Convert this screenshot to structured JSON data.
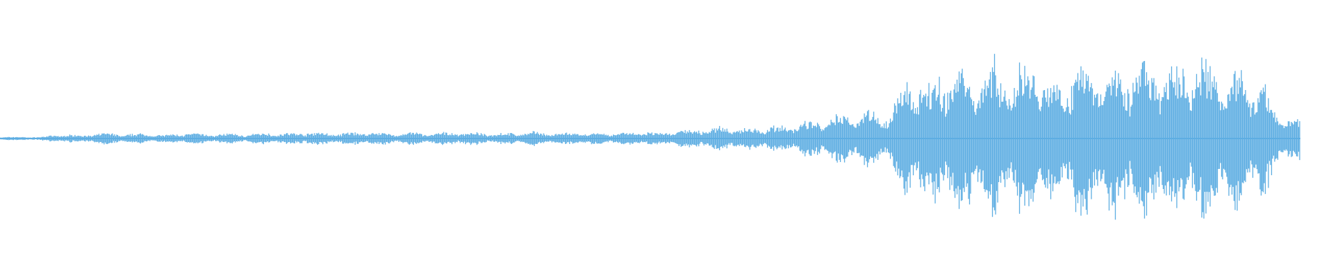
{
  "chart_data": {
    "type": "area",
    "description_kind": "audio-waveform",
    "title": "",
    "xlabel": "",
    "ylabel": "",
    "axes_visible": false,
    "grid": false,
    "legend": "none",
    "ylim": [
      -1,
      1
    ],
    "series": [
      {
        "color": "#5dade2",
        "envelope": [
          0.02,
          0.02,
          0.02,
          0.05,
          0.04,
          0.07,
          0.05,
          0.06,
          0.04,
          0.07,
          0.05,
          0.06,
          0.05,
          0.07,
          0.06,
          0.08,
          0.06,
          0.07,
          0.08,
          0.06,
          0.07,
          0.06,
          0.08,
          0.07,
          0.06,
          0.07,
          0.08,
          0.06,
          0.07,
          0.06,
          0.07,
          0.08,
          0.07,
          0.1,
          0.12,
          0.14,
          0.12,
          0.15,
          0.15,
          0.2,
          0.22,
          0.3,
          0.35,
          0.3,
          0.7,
          0.65,
          0.85,
          0.8,
          0.9,
          0.75,
          1.0,
          0.6,
          0.9,
          0.85,
          0.9,
          0.85,
          0.9,
          0.8,
          0.9,
          0.85,
          0.8,
          0.7,
          0.3,
          0.25
        ]
      }
    ]
  }
}
